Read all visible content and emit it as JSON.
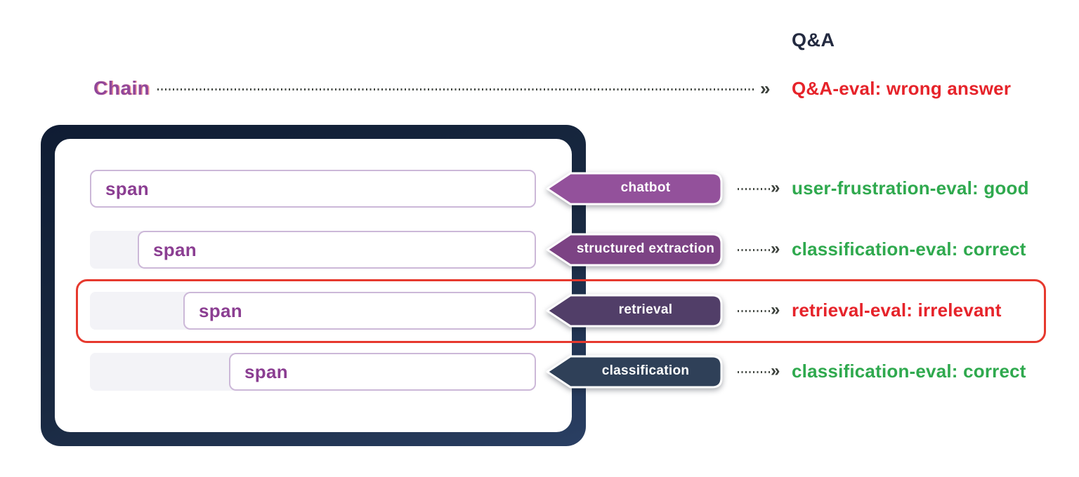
{
  "header": {
    "qa_label": "Q&A",
    "chain_label": "Chain",
    "chain_eval": "Q&A-eval: wrong answer"
  },
  "icons": {
    "arrow_chevron": "»"
  },
  "colors": {
    "navy": "#232a40",
    "chain_purple": "#91479a",
    "green": "#2fa94e",
    "red": "#e6232a",
    "span_purple": "#8b3e92",
    "highlight_red": "#e6392e"
  },
  "rows": [
    {
      "span": "span",
      "tag": "chatbot",
      "tag_color": "#93519b",
      "eval": "user-frustration-eval: good",
      "eval_color": "#2fa94e"
    },
    {
      "span": "span",
      "tag": "structured extraction",
      "tag_color": "#7c4384",
      "eval": "classification-eval: correct",
      "eval_color": "#2fa94e"
    },
    {
      "span": "span",
      "tag": "retrieval",
      "tag_color": "#513e68",
      "eval": "retrieval-eval: irrelevant",
      "eval_color": "#e6232a",
      "highlighted": true
    },
    {
      "span": "span",
      "tag": "classification",
      "tag_color": "#2f4058",
      "eval": "classification-eval: correct",
      "eval_color": "#2fa94e"
    }
  ]
}
